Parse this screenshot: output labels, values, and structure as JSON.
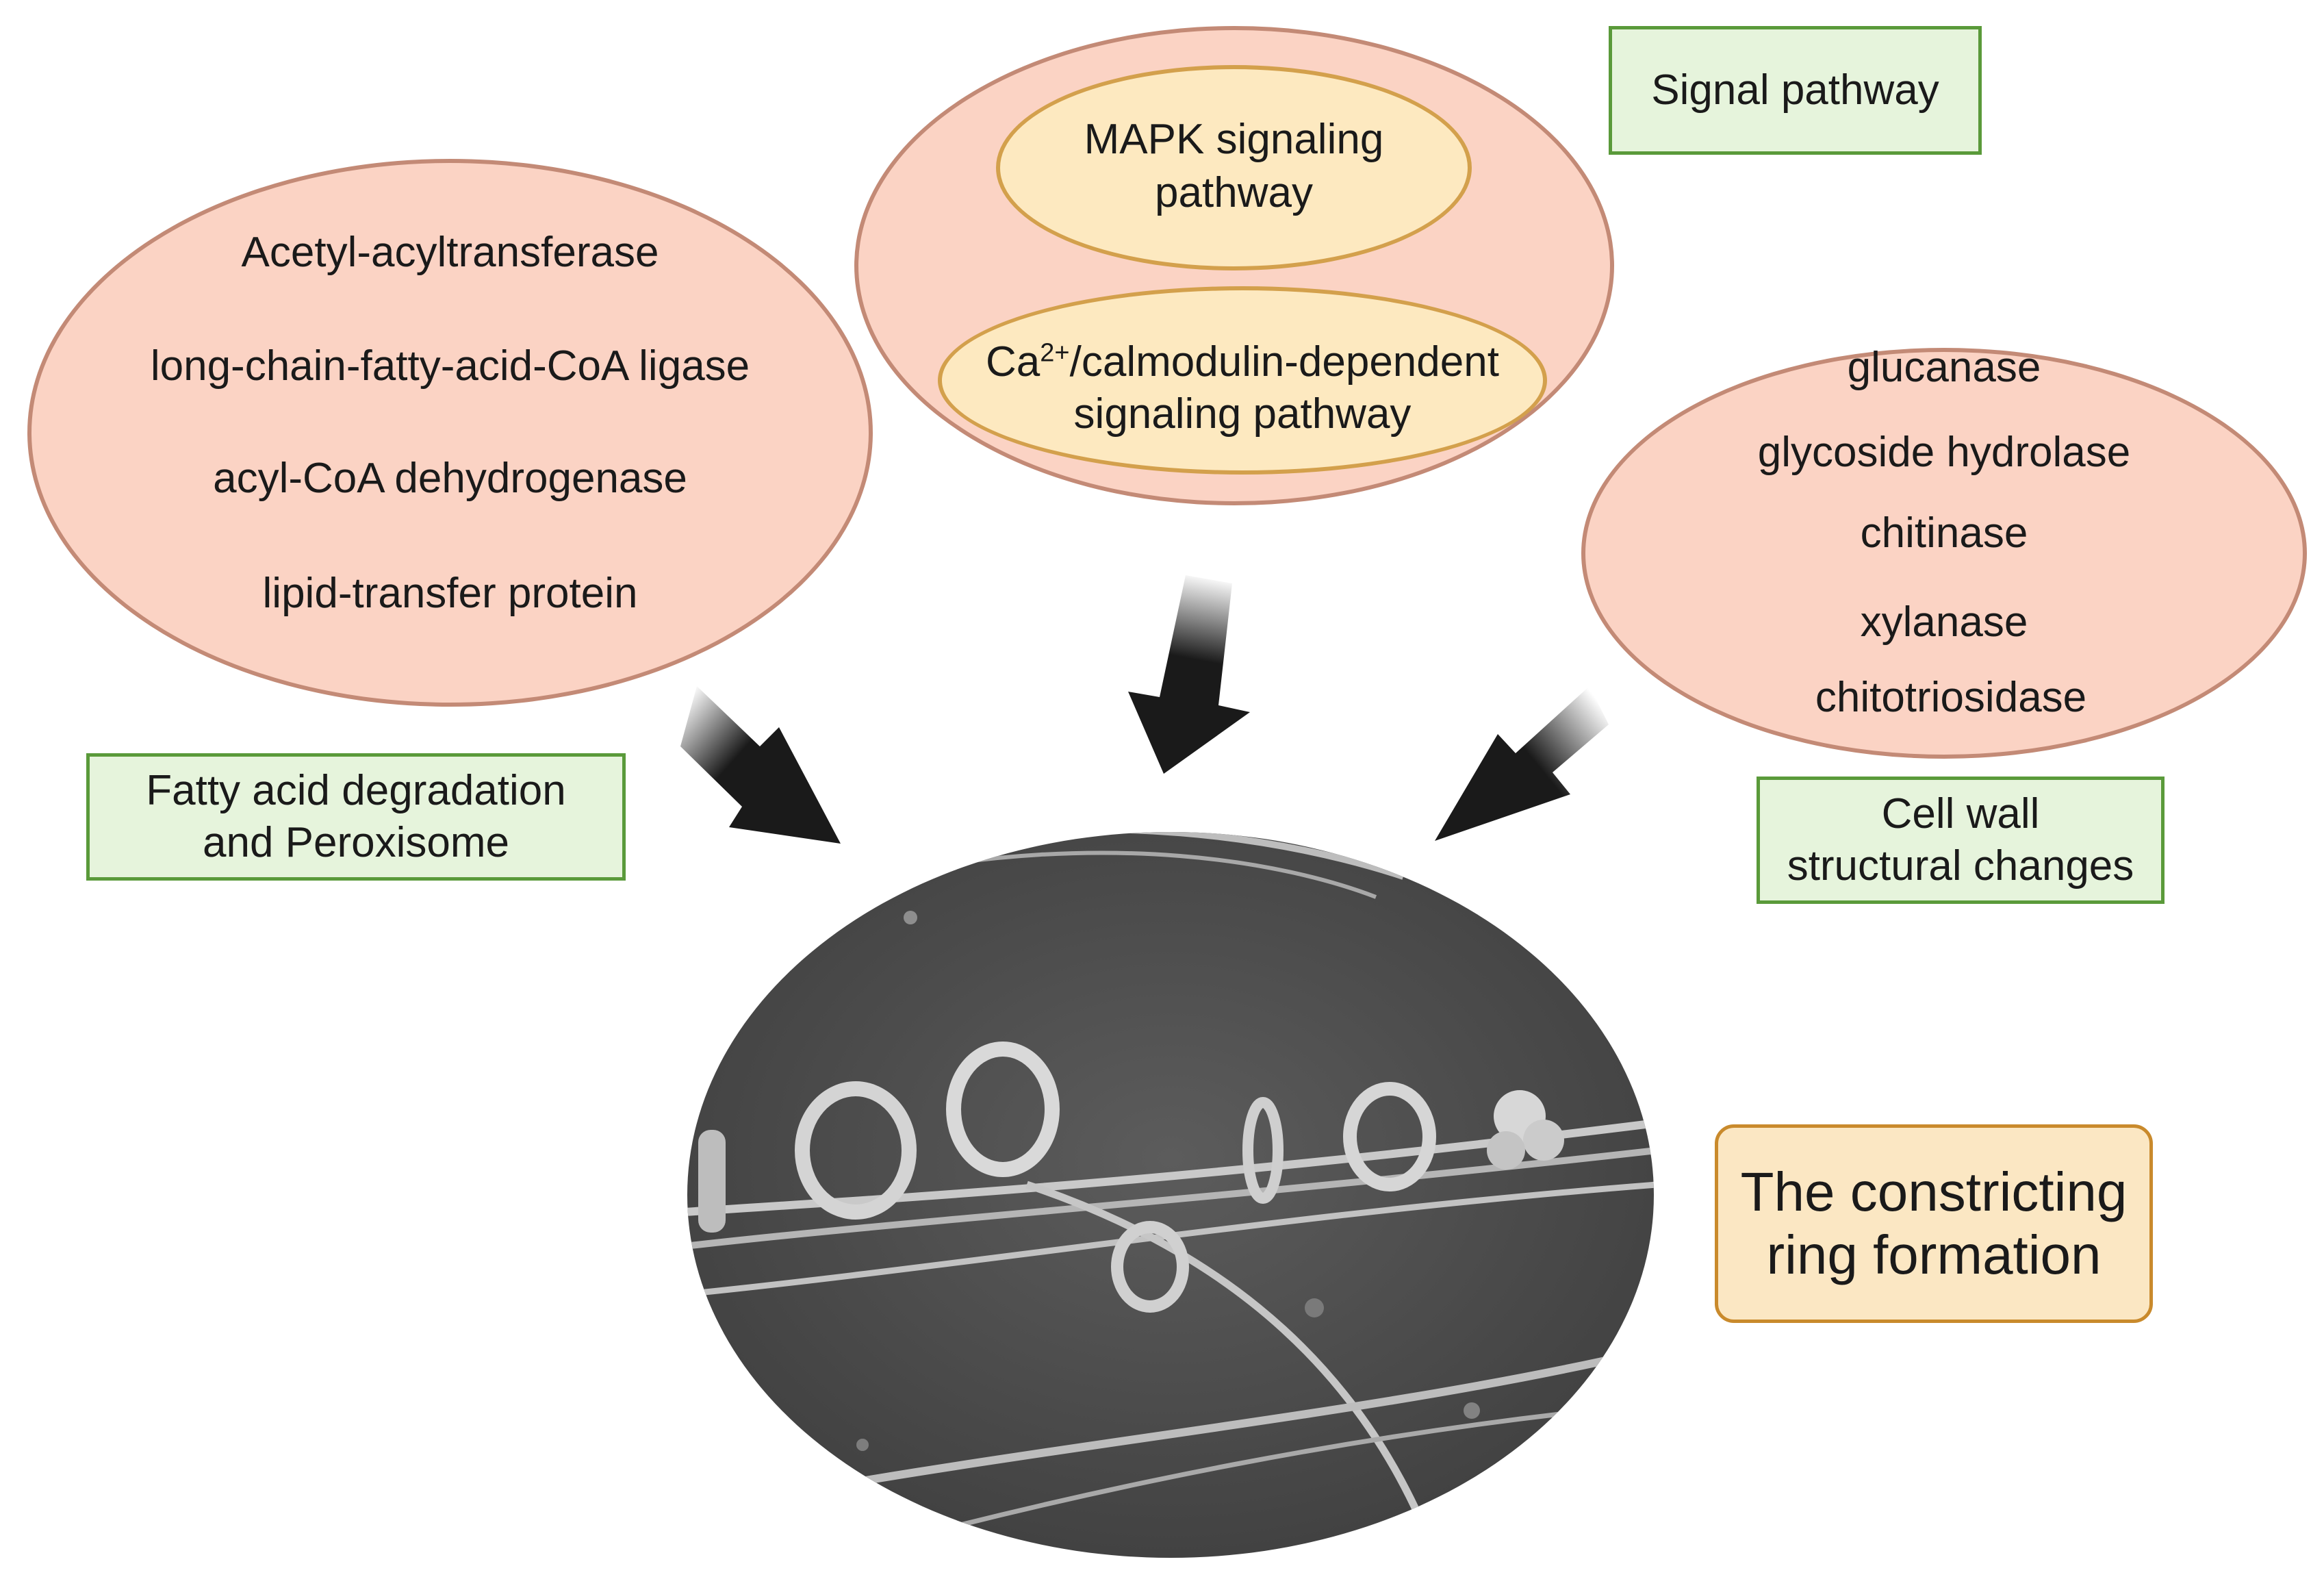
{
  "lipid_group": {
    "items": [
      "Acetyl-acyltransferase",
      "long-chain-fatty-acid-CoA ligase",
      "acyl-CoA dehydrogenase",
      "lipid-transfer protein"
    ],
    "label": "Fatty acid degradation and Peroxisome",
    "label_line1": "Fatty acid degradation",
    "label_line2": "and Peroxisome"
  },
  "signal_group": {
    "label": "Signal pathway",
    "mapk_line1": "MAPK signaling",
    "mapk_line2": "pathway",
    "ca_prefix": "Ca",
    "ca_superscript": "2+",
    "ca_line1_rest": "/calmodulin-dependent",
    "ca_line2": "signaling pathway"
  },
  "wall_group": {
    "items": [
      "glucanase",
      "glycoside hydrolase",
      "chitinase",
      "xylanase",
      "chitotriosidase"
    ],
    "label_line1": "Cell wall",
    "label_line2": "structural changes"
  },
  "result": {
    "line1": "The constricting",
    "line2": "ring formation"
  },
  "colors": {
    "ellipse_fill": "#fbd3c4",
    "ellipse_border": "#c38a76",
    "inner_fill": "#fde9c0",
    "green_fill": "#e6f4dc",
    "green_border": "#5a9a3a",
    "orange_fill": "#fbe7c3",
    "orange_border": "#c98a2c"
  }
}
